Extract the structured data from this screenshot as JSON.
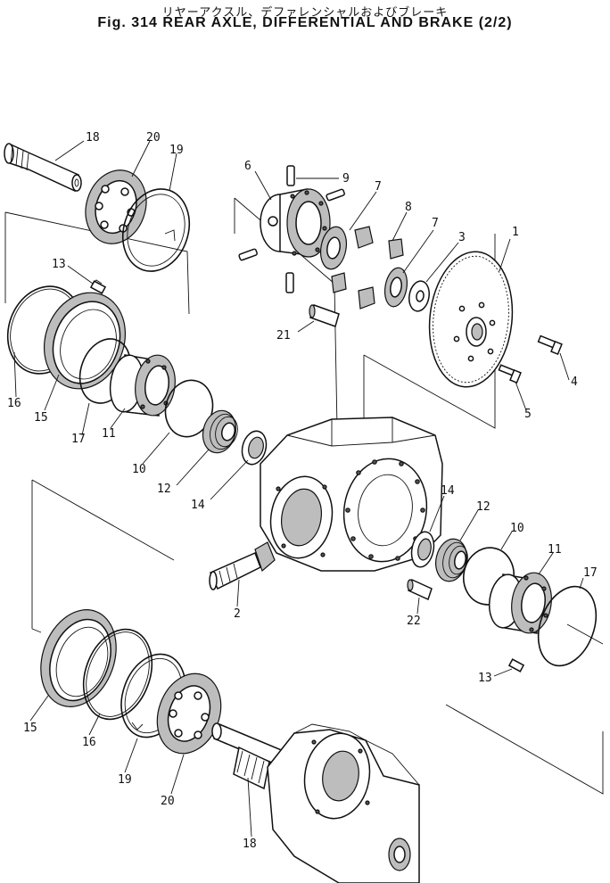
{
  "header": {
    "title_jp": "リヤーアクスル、デファレンシャルおよびブレーキ",
    "title_en": "Fig. 314 REAR AXLE, DIFFERENTIAL AND BRAKE (2/2)"
  },
  "callouts": {
    "c1": "1",
    "c2": "2",
    "c3": "3",
    "c4": "4",
    "c5": "5",
    "c6": "6",
    "c7a": "7",
    "c7b": "7",
    "c8": "8",
    "c9": "9",
    "c10a": "10",
    "c10b": "10",
    "c11a": "11",
    "c11b": "11",
    "c12a": "12",
    "c12b": "12",
    "c13a": "13",
    "c13b": "13",
    "c14a": "14",
    "c14b": "14",
    "c15a": "15",
    "c15b": "15",
    "c16a": "16",
    "c16b": "16",
    "c17a": "17",
    "c17b": "17",
    "c18a": "18",
    "c18b": "18",
    "c19a": "19",
    "c19b": "19",
    "c20a": "20",
    "c20b": "20",
    "c21": "21",
    "c22": "22"
  }
}
